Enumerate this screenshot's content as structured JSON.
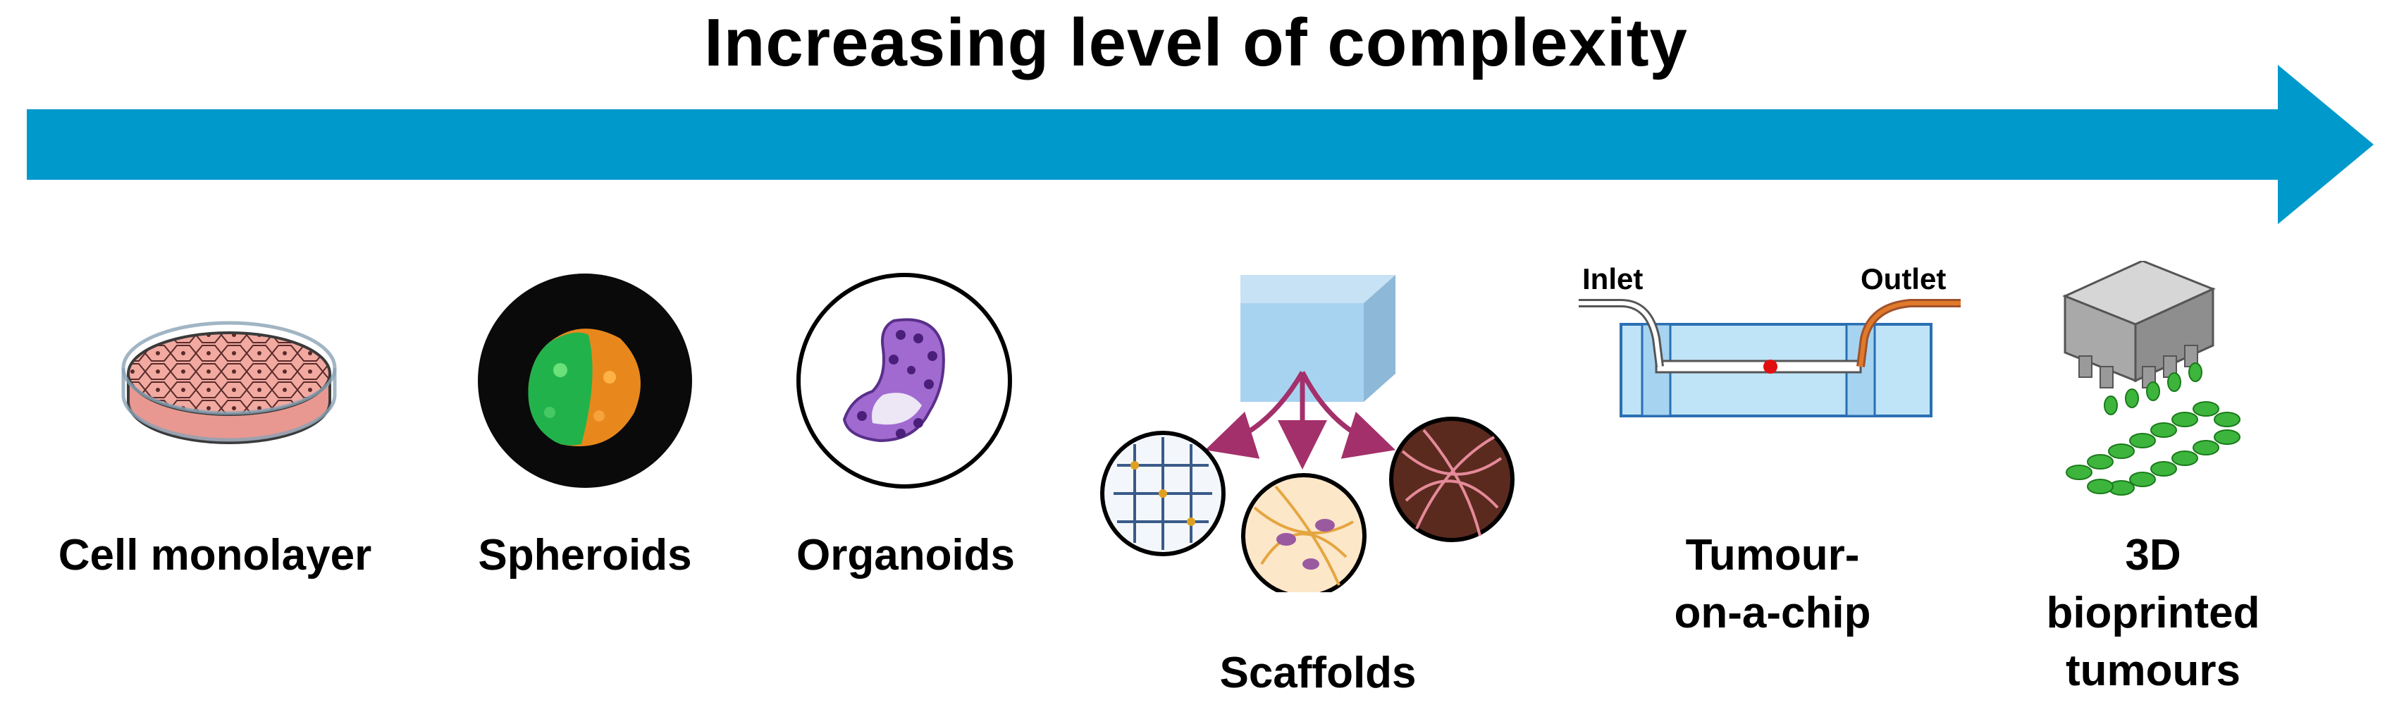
{
  "title": "Increasing level of complexity",
  "colors": {
    "arrow": "#0099CC",
    "accent_arrow": "#A3306A"
  },
  "models": [
    {
      "label": "Cell monolayer",
      "icon": "petri-dish-cells-icon"
    },
    {
      "label": "Spheroids",
      "icon": "spheroid-micrograph-icon"
    },
    {
      "label": "Organoids",
      "icon": "organoid-micrograph-icon"
    },
    {
      "label": "Scaffolds",
      "icon": "scaffold-cube-icon"
    },
    {
      "label_line1": "Tumour-",
      "label_line2": "on-a-chip",
      "icon": "microfluidic-chip-icon"
    },
    {
      "label_line1": "3D",
      "label_line2": "bioprinted",
      "label_line3": "tumours",
      "icon": "bioprinter-icon"
    }
  ],
  "chip": {
    "inlet": "Inlet",
    "outlet": "Outlet"
  }
}
